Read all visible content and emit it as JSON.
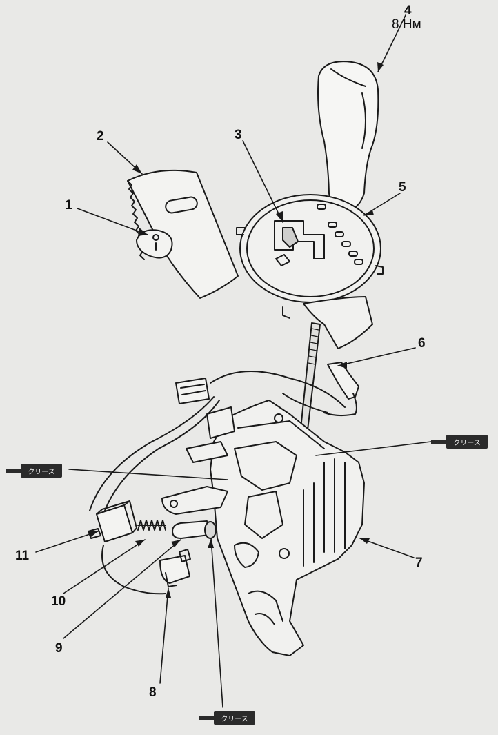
{
  "callouts": {
    "c1": "1",
    "c2": "2",
    "c3": "3",
    "c4": "4",
    "c5": "5",
    "c6": "6",
    "c7": "7",
    "c8": "8",
    "c9": "9",
    "c10": "10",
    "c11": "11"
  },
  "torque": {
    "part4": "8 Нм"
  },
  "grease_label": "クリース",
  "colors": {
    "line": "#1a1a1a",
    "paper": "#e9e9e7",
    "label_bg": "#2b2b2b"
  }
}
